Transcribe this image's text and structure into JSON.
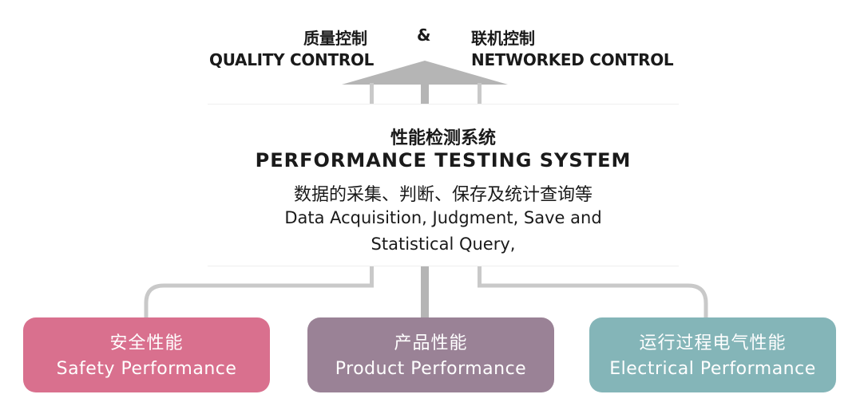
{
  "top": {
    "left": {
      "cn": "质量控制",
      "en": "QUALITY CONTROL"
    },
    "amp": "&",
    "right": {
      "cn": "联机控制",
      "en": "NETWORKED CONTROL"
    }
  },
  "center": {
    "title_cn": "性能检测系统",
    "title_en": "PERFORMANCE TESTING SYSTEM",
    "desc_cn": "数据的采集、判断、保存及统计查询等",
    "desc_en_line1": "Data Acquisition, Judgment, Save and",
    "desc_en_line2": "Statistical Query,"
  },
  "boxes": [
    {
      "cn": "安全性能",
      "en": "Safety Performance",
      "color": "#d9708e"
    },
    {
      "cn": "产品性能",
      "en": "Product Performance",
      "color": "#9a8296"
    },
    {
      "cn": "运行过程电气性能",
      "en": "Electrical Performance",
      "color": "#84b5b8"
    }
  ],
  "colors": {
    "connector": "#c8c8c8",
    "connector_dark": "#b3b3b3"
  }
}
